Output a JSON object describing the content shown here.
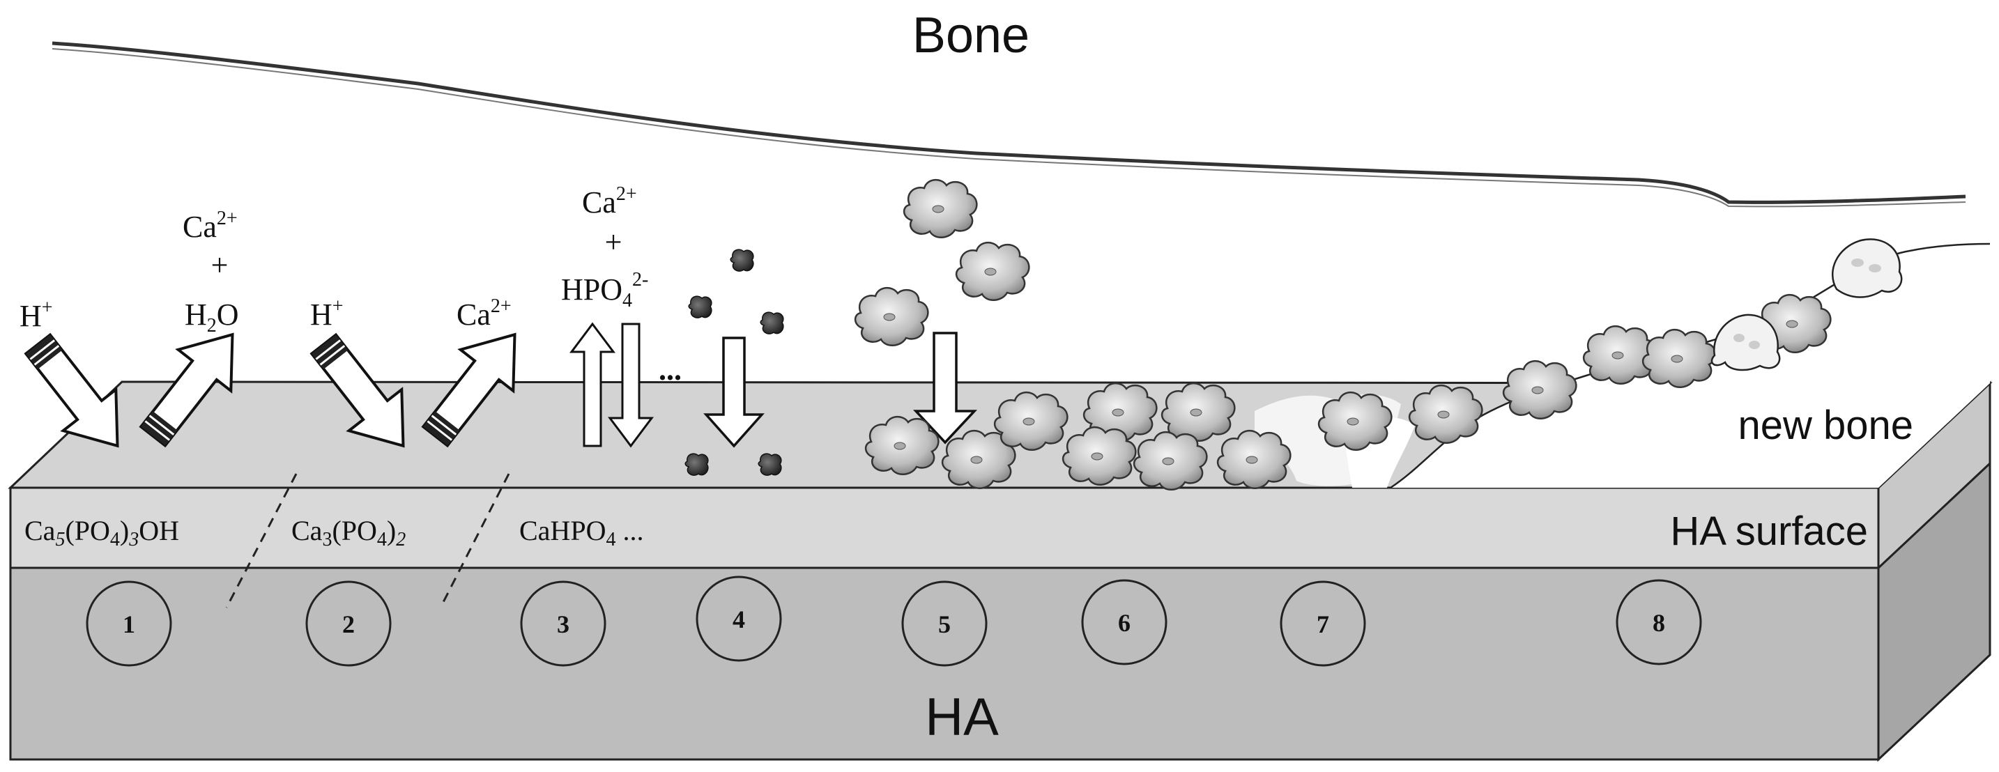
{
  "labels": {
    "bone": "Bone",
    "new_bone": "new bone",
    "ha_surface": "HA surface",
    "ha": "HA"
  },
  "chemistry": {
    "h_plus_1": {
      "base": "H",
      "sup": "+"
    },
    "ca2_top": {
      "base": "Ca",
      "sup": "2+"
    },
    "plus_top": "+",
    "h2o": {
      "a": "H",
      "sub": "2",
      "b": "O"
    },
    "h_plus_2": {
      "base": "H",
      "sup": "+"
    },
    "ca2_right": {
      "base": "Ca",
      "sup": "2+"
    },
    "ca2_stage3": {
      "base": "Ca",
      "sup": "2+"
    },
    "plus_stage3": "+",
    "hpo4": {
      "a": "HPO",
      "sub": "4",
      "sup": "2-"
    },
    "ellipsis": "..."
  },
  "surface_formulas": {
    "f1": {
      "a": "Ca",
      "s1": "5",
      "b": "(PO",
      "s2": "4",
      "c": ")",
      "s3": "3",
      "d": "OH"
    },
    "f2": {
      "a": "Ca",
      "s1": "3",
      "b": "(PO",
      "s2": "4",
      "c": ")",
      "s3": "2"
    },
    "f3": {
      "a": "CaHPO",
      "s1": "4",
      "b": " ..."
    }
  },
  "stages": [
    "1",
    "2",
    "3",
    "4",
    "5",
    "6",
    "7",
    "8"
  ],
  "colors": {
    "ha_block": "#bdbdbd",
    "surface_layer": "#d9d9d9",
    "top_face": "#d3d3d3",
    "new_bone": "#ffffff",
    "outline": "#222222"
  }
}
